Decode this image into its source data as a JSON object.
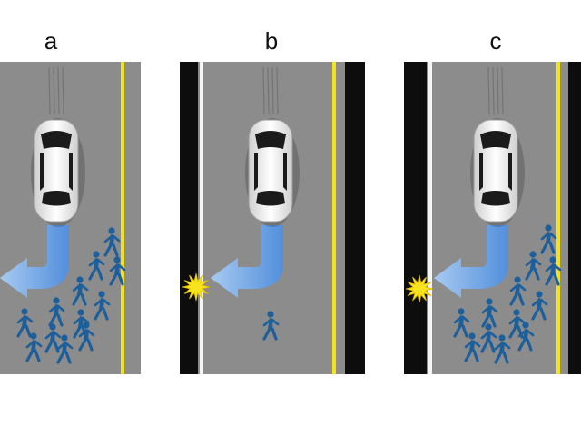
{
  "panels": [
    {
      "id": "a",
      "label": "a",
      "left_barrier": false,
      "right_barrier": false,
      "impact": false,
      "pedestrian_count": 12
    },
    {
      "id": "b",
      "label": "b",
      "left_barrier": true,
      "right_barrier": true,
      "impact": true,
      "pedestrian_count": 1
    },
    {
      "id": "c",
      "label": "c",
      "left_barrier": true,
      "right_barrier": true,
      "impact": true,
      "pedestrian_count": 12
    }
  ],
  "colors": {
    "road": "#8c8c8c",
    "lane_line": "#f2e21c",
    "barrier": "#0d0d0d",
    "arrow": "#4f8fe0",
    "pedestrian": "#1d5f9a",
    "impact": "#f7e41c",
    "car_body": "#f4f4f4",
    "car_glass": "#1b1b1b"
  },
  "icons": {
    "car": "car-icon",
    "pedestrian": "pedestrian-icon",
    "arrow": "swerve-arrow-icon",
    "impact": "impact-burst-icon"
  }
}
